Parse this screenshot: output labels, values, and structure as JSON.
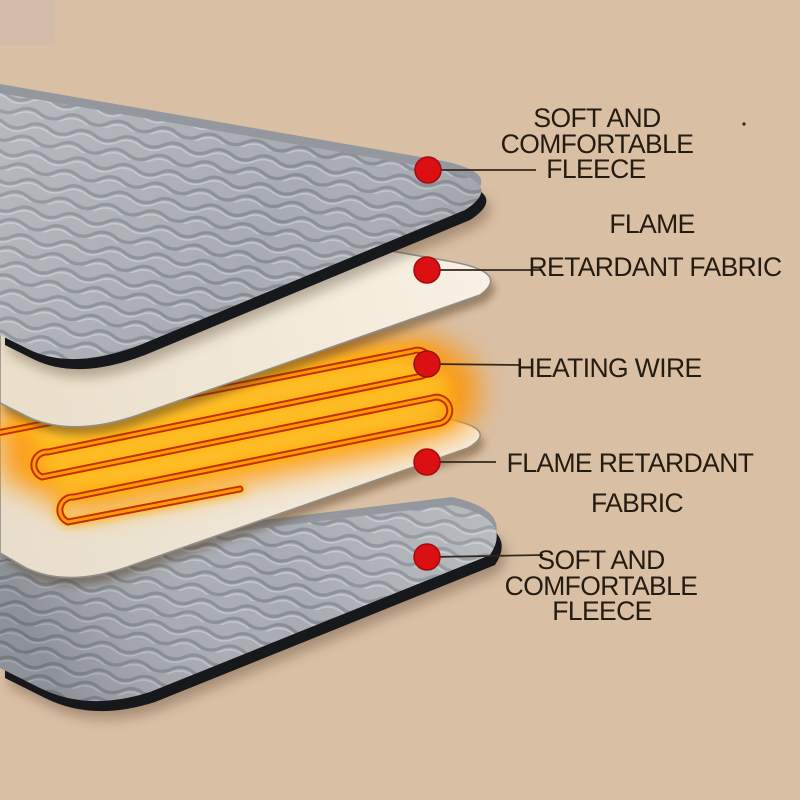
{
  "scene": {
    "background_color": "#d9bfa4",
    "corner_patch_color": "#d2bca9",
    "dot_color": "#da1013",
    "dot_rim_color": "#a30b0d",
    "line_color": "#33281c",
    "text_color": "#241b11",
    "wire_color": "#c62d00",
    "wire_core_color": "#ff9e00",
    "glow_color": "#ff9300",
    "glow_hot_color": "#ffc12a",
    "fleece_color": "#a8acb2",
    "fabric_color": "#f5edde"
  },
  "callouts": [
    {
      "id": "fleece-top",
      "target": "top soft fleece layer",
      "lines": [
        "SOFT AND",
        "COMFORTABLE",
        "FLEECE"
      ]
    },
    {
      "id": "fabric-top",
      "target": "upper flame retardant fabric",
      "lines": [
        "FLAME",
        "RETARDANT FABRIC"
      ]
    },
    {
      "id": "heating-wire",
      "target": "heating wire",
      "lines": [
        "HEATING WIRE"
      ]
    },
    {
      "id": "fabric-bottom",
      "target": "lower flame retardant fabric",
      "lines": [
        "FLAME RETARDANT",
        "FABRIC"
      ]
    },
    {
      "id": "fleece-bottom",
      "target": "bottom soft fleece layer",
      "lines": [
        "SOFT AND",
        "COMFORTABLE",
        "FLEECE"
      ]
    }
  ]
}
